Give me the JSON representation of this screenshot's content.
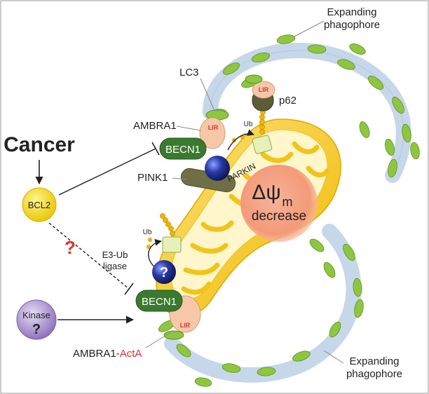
{
  "labels": {
    "cancer": "Cancer",
    "bcl2": "BCL2",
    "kinase": "Kinase",
    "kinase_q": "?",
    "red_q": "?",
    "lc3": "LC3",
    "ambra1": "AMBRA1",
    "ambra1_acta_prefix": "AMBRA1-",
    "ambra1_acta_suffix": "ActA",
    "lir": "LIR",
    "becn1": "BECN1",
    "pink1": "PINK1",
    "parkin": "PARKIN",
    "p62": "p62",
    "ub": "Ub",
    "e3_line1": "E3-Ub",
    "e3_line2": "ligase",
    "e3_q": "?",
    "delta": "Δψ",
    "delta_sub": "m",
    "decrease": "decrease",
    "phago_top_1": "Expanding",
    "phago_top_2": "phagophore",
    "phago_bot_1": "Expanding",
    "phago_bot_2": "phagophore"
  },
  "colors": {
    "mito_outer": "#f3c21a",
    "mito_inner": "#fff3c0",
    "phagophore": "#c7d7ea",
    "lc3_green": "#8ec63f",
    "becn1_green": "#3a7a2e",
    "ambra1_peach": "#f6c8a8",
    "pink1_olive": "#6f6f45",
    "parkin_blue": "#1c2a86",
    "bcl2_yellow": "#f5d400",
    "kinase_purple": "#a58cc8",
    "ub_chain": "#f0b400",
    "decrease_circle": "#f59a7a",
    "accent_red": "#e53030"
  }
}
